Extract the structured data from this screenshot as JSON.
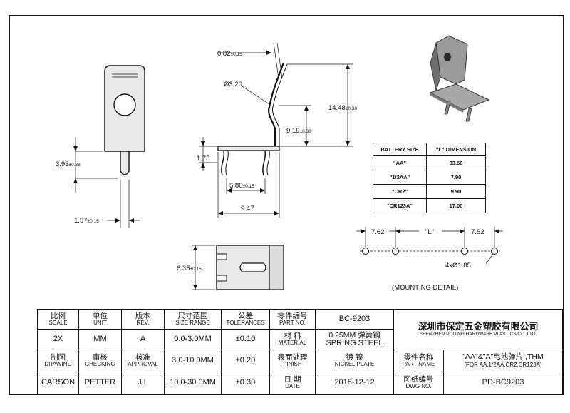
{
  "dimensions": {
    "d_082": "0.82",
    "d_082_tol": "±0.15",
    "d_320": "Ø3.20",
    "d_1448": "14.48",
    "d_1448_tol": "±0.38",
    "d_919": "9.19",
    "d_919_tol": "±0.38",
    "d_178": "1.78",
    "d_580": "5.80",
    "d_580_tol": "±0.15",
    "d_947": "9.47",
    "d_393": "3.93",
    "d_393_tol": "±0.38",
    "d_157": "1.57",
    "d_157_tol": "±0.15",
    "d_635": "6.35",
    "d_635_tol": "±0.15"
  },
  "mounting": {
    "left": "7.62",
    "mid": "\"L\"",
    "right": "7.62",
    "holes": "4xØ1.85",
    "caption": "(MOUNTING DETAIL)"
  },
  "l_table": {
    "headers": [
      "BATTERY SIZE",
      "\"L\" DIMENSION"
    ],
    "rows": [
      [
        "\"AA\"",
        "33.50"
      ],
      [
        "\"1/2AA\"",
        "7.90"
      ],
      [
        "\"CR2\"",
        "9.90"
      ],
      [
        "\"CR123A\"",
        "17.00"
      ]
    ]
  },
  "title_block": {
    "scale_zh": "比例",
    "scale_en": "SCALE",
    "scale_val": "2X",
    "unit_zh": "单位",
    "unit_en": "UNIT",
    "unit_val": "MM",
    "rev_zh": "版本",
    "rev_en": "REV.",
    "rev_val": "A",
    "size_zh": "尺寸范围",
    "size_en": "SIZE RANGE",
    "tol_zh": "公差",
    "tol_en": "TOLERANCES",
    "ranges": [
      [
        "0.0-3.0MM",
        "±0.10"
      ],
      [
        "3.0-10.0MM",
        "±0.20"
      ],
      [
        "10.0-30.0MM",
        "±0.30"
      ]
    ],
    "partno_zh": "零件编号",
    "partno_en": "PART NO.",
    "partno_val": "BC-9203",
    "material_zh": "材 料",
    "material_en": "MATERIAL",
    "material_val1": "0.25MM 弹簧钢",
    "material_val2": "SPRING STEEL",
    "finish_zh": "表面处理",
    "finish_en": "FINISH",
    "finish_val1": "镀 镍",
    "finish_val2": "NICKEL PLATE",
    "date_zh": "日 期",
    "date_en": "DATE",
    "date_val": "2018-12-12",
    "drawing_zh": "制图",
    "drawing_en": "DRAWING",
    "drawing_val": "CARSON",
    "checking_zh": "审核",
    "checking_en": "CHECKING",
    "checking_val": "PETTER",
    "approval_zh": "核准",
    "approval_en": "APPROVAL",
    "approval_val": "J.L",
    "company_zh": "深圳市保定五金塑胶有限公司",
    "company_en": "SHENZHEN PODING HARDWARE PLASTICS CO.,LTD.",
    "partname_zh": "零件名称",
    "partname_en": "PART NAME",
    "partname_val1": "\"AA\"&\"A\"电池弹片 ,THM",
    "partname_val2": "(FOR AA,1/2AA,CR2,CR123A)",
    "dwgno_zh": "图纸编号",
    "dwgno_en": "DWG NO.",
    "dwgno_val": "PD-BC9203"
  }
}
